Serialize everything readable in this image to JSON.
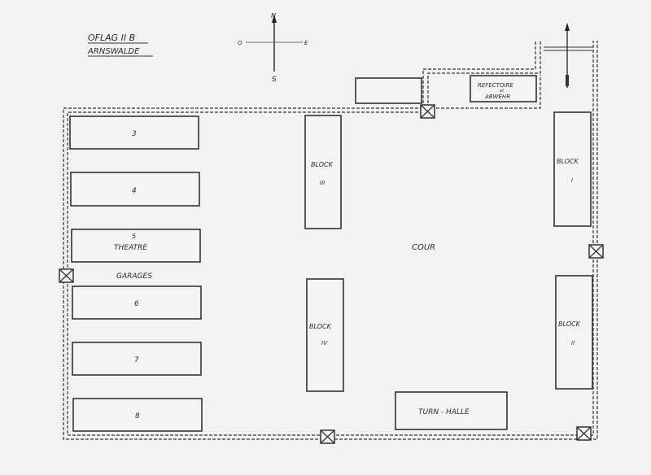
{
  "title": {
    "line1": "OFLAG II B",
    "line2": "ARNSWALDE"
  },
  "compass": {
    "north": "N",
    "south": "S",
    "west": "O",
    "east": "E"
  },
  "buildings": {
    "b3": "3",
    "b4": "4",
    "b5_num": "5",
    "b5_name": "THEATRE",
    "b6": "6",
    "b7": "7",
    "b8": "8",
    "block3": {
      "label": "BLOCK",
      "num": "III"
    },
    "block4": {
      "label": "BLOCK",
      "num": "IV"
    },
    "block1": {
      "label": "BLOCK",
      "num": "I"
    },
    "block2": {
      "label": "BLOCK",
      "num": "II"
    },
    "turnhalle": "TURN - HALLE",
    "refectoire": {
      "line1": "REFECTOIRE",
      "line2": "et",
      "line3": "ABWEHR"
    }
  },
  "labels": {
    "garages": "GARAGES",
    "cour": "COUR"
  }
}
